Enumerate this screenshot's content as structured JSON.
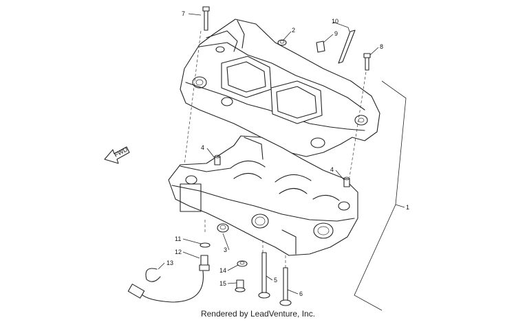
{
  "footer": "Rendered by LeadVenture, Inc.",
  "fwd_label": "FWD",
  "callouts": [
    {
      "id": "7",
      "label": "7"
    },
    {
      "id": "2",
      "label": "2"
    },
    {
      "id": "10",
      "label": "10"
    },
    {
      "id": "9",
      "label": "9"
    },
    {
      "id": "8",
      "label": "8"
    },
    {
      "id": "1",
      "label": "1"
    },
    {
      "id": "4a",
      "label": "4"
    },
    {
      "id": "4b",
      "label": "4"
    },
    {
      "id": "3",
      "label": "3"
    },
    {
      "id": "11",
      "label": "11"
    },
    {
      "id": "12",
      "label": "12"
    },
    {
      "id": "13",
      "label": "13"
    },
    {
      "id": "14",
      "label": "14"
    },
    {
      "id": "15",
      "label": "15"
    },
    {
      "id": "5",
      "label": "5"
    },
    {
      "id": "6",
      "label": "6"
    }
  ]
}
